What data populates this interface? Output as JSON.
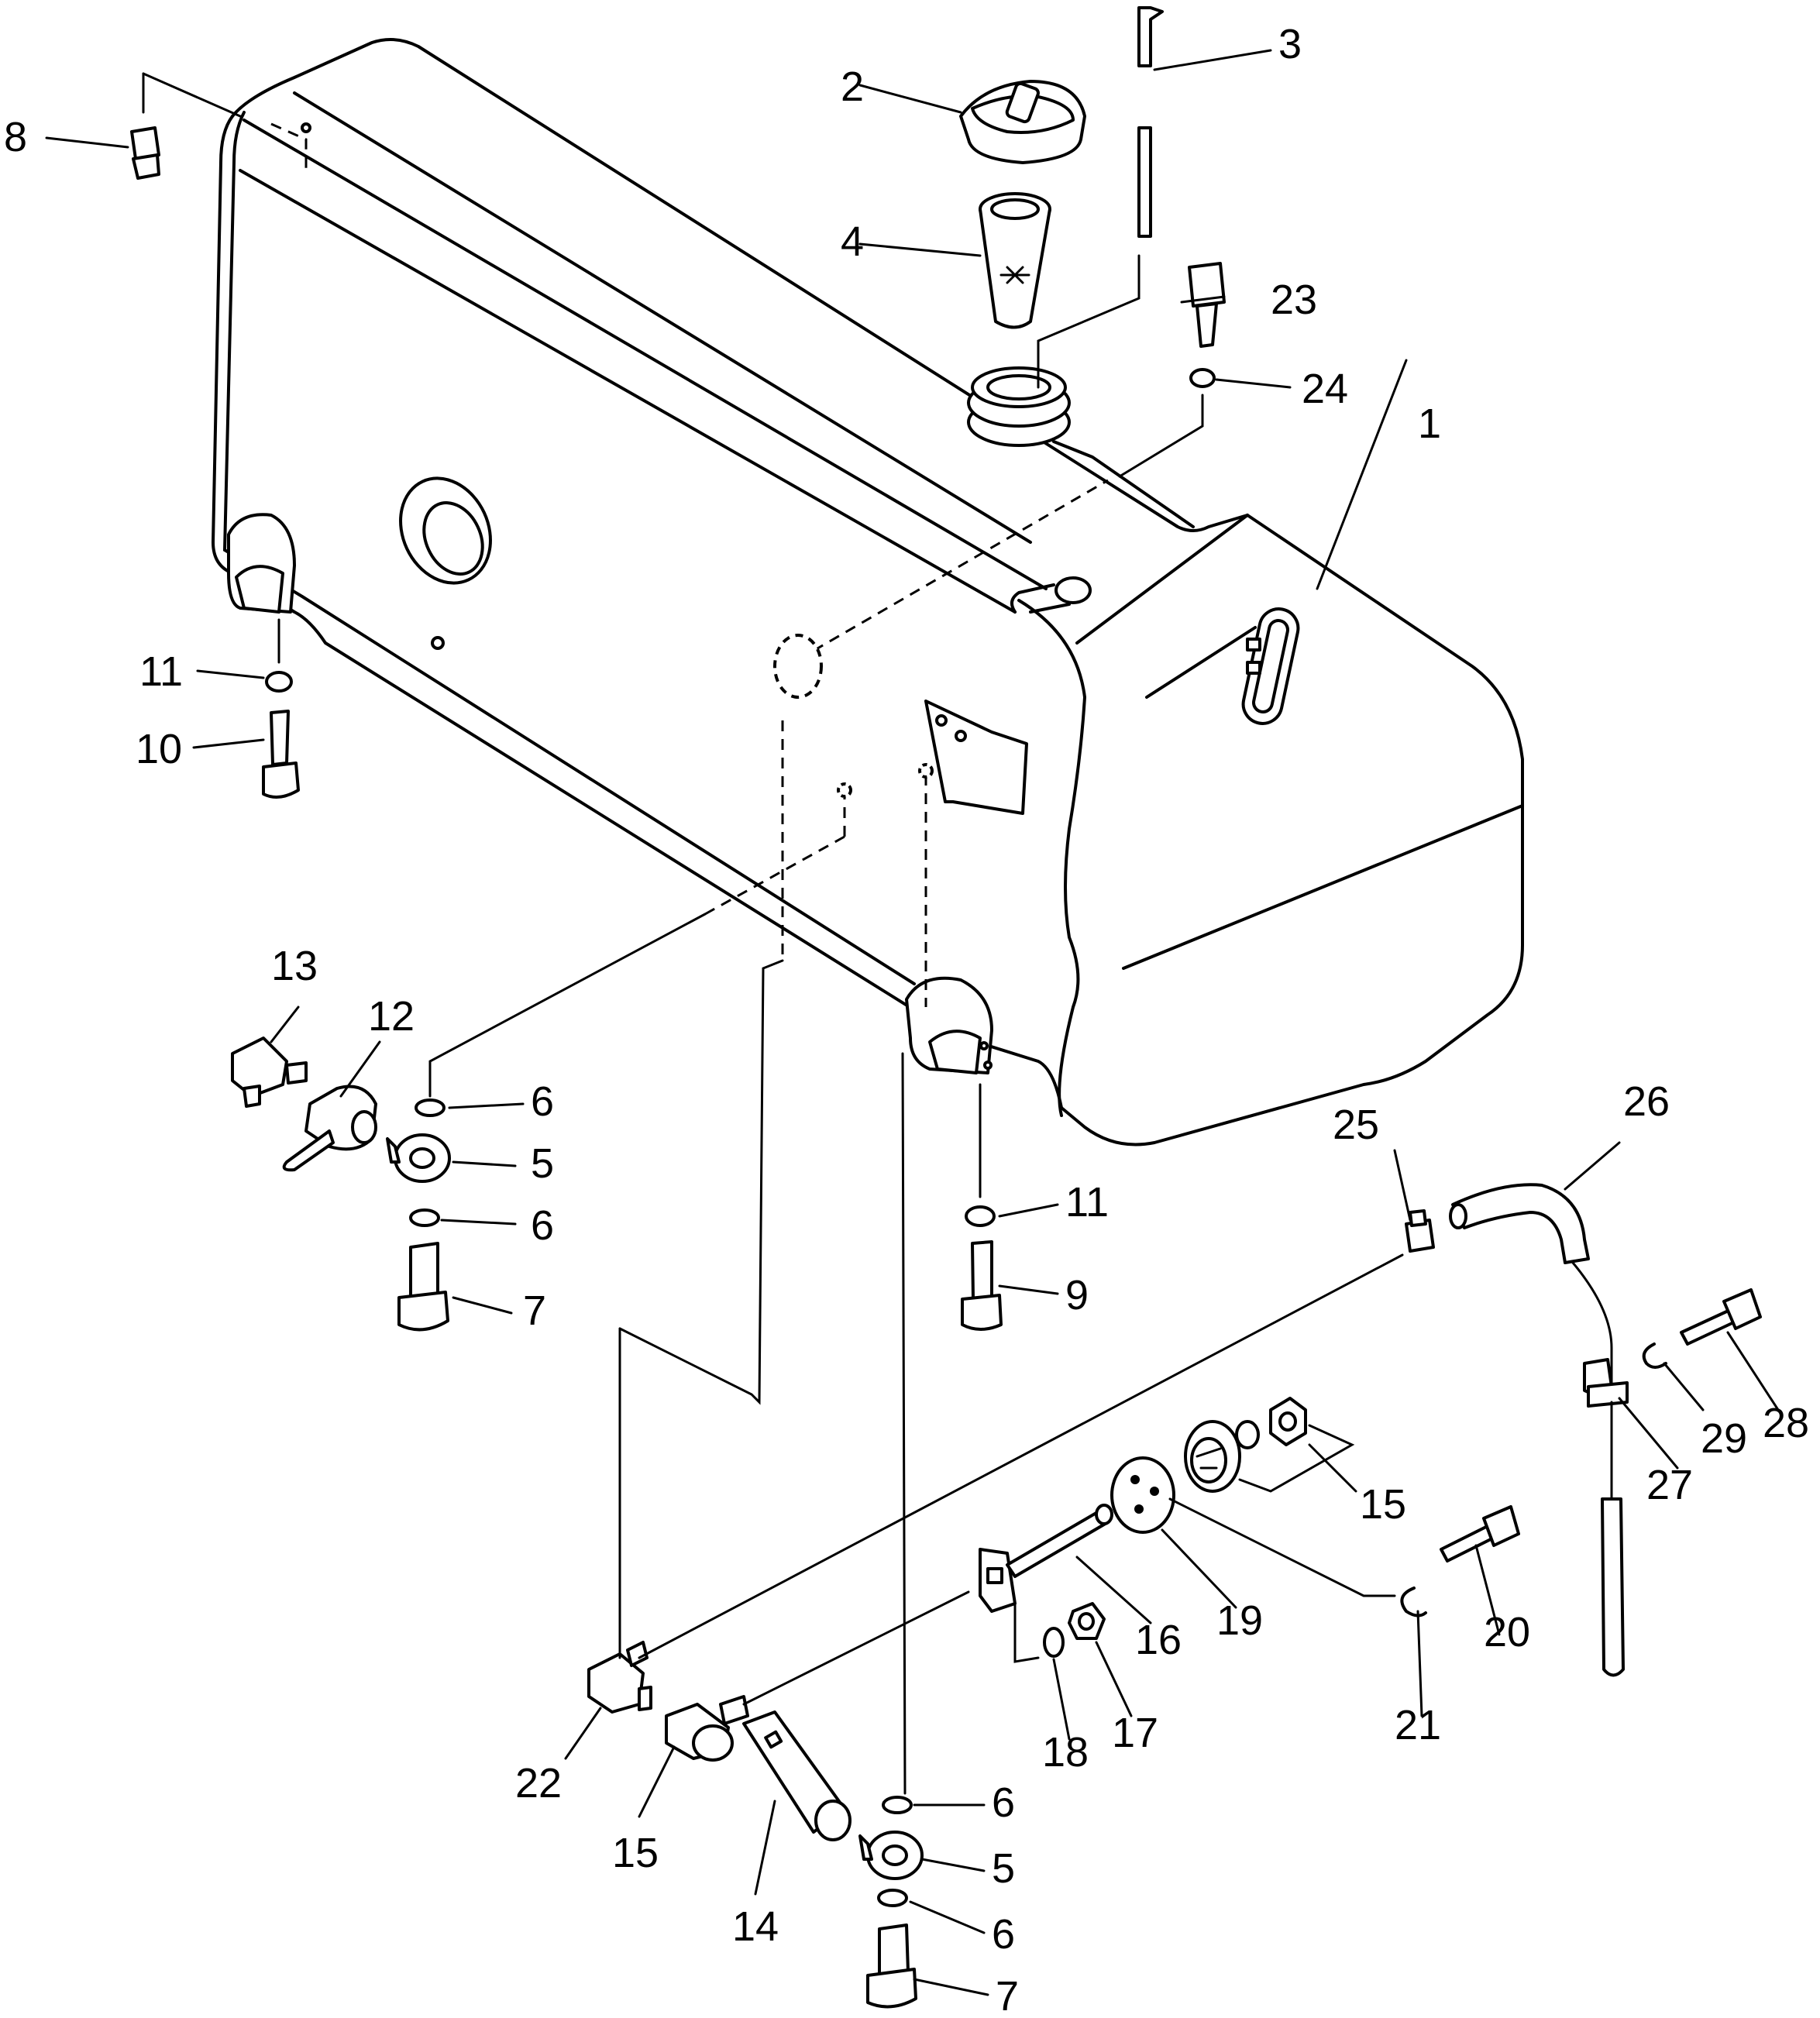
{
  "callouts": {
    "c1": "1",
    "c2": "2",
    "c3": "3",
    "c4": "4",
    "c5a": "5",
    "c5b": "5",
    "c6a": "6",
    "c6b": "6",
    "c6c": "6",
    "c6d": "6",
    "c7a": "7",
    "c7b": "7",
    "c8": "8",
    "c9": "9",
    "c10": "10",
    "c11a": "11",
    "c11b": "11",
    "c12": "12",
    "c13": "13",
    "c14": "14",
    "c15a": "15",
    "c15b": "15",
    "c16": "16",
    "c17": "17",
    "c18": "18",
    "c19": "19",
    "c20": "20",
    "c21": "21",
    "c22": "22",
    "c23": "23",
    "c24": "24",
    "c25": "25",
    "c26": "26",
    "c27": "27",
    "c28": "28",
    "c29": "29"
  }
}
